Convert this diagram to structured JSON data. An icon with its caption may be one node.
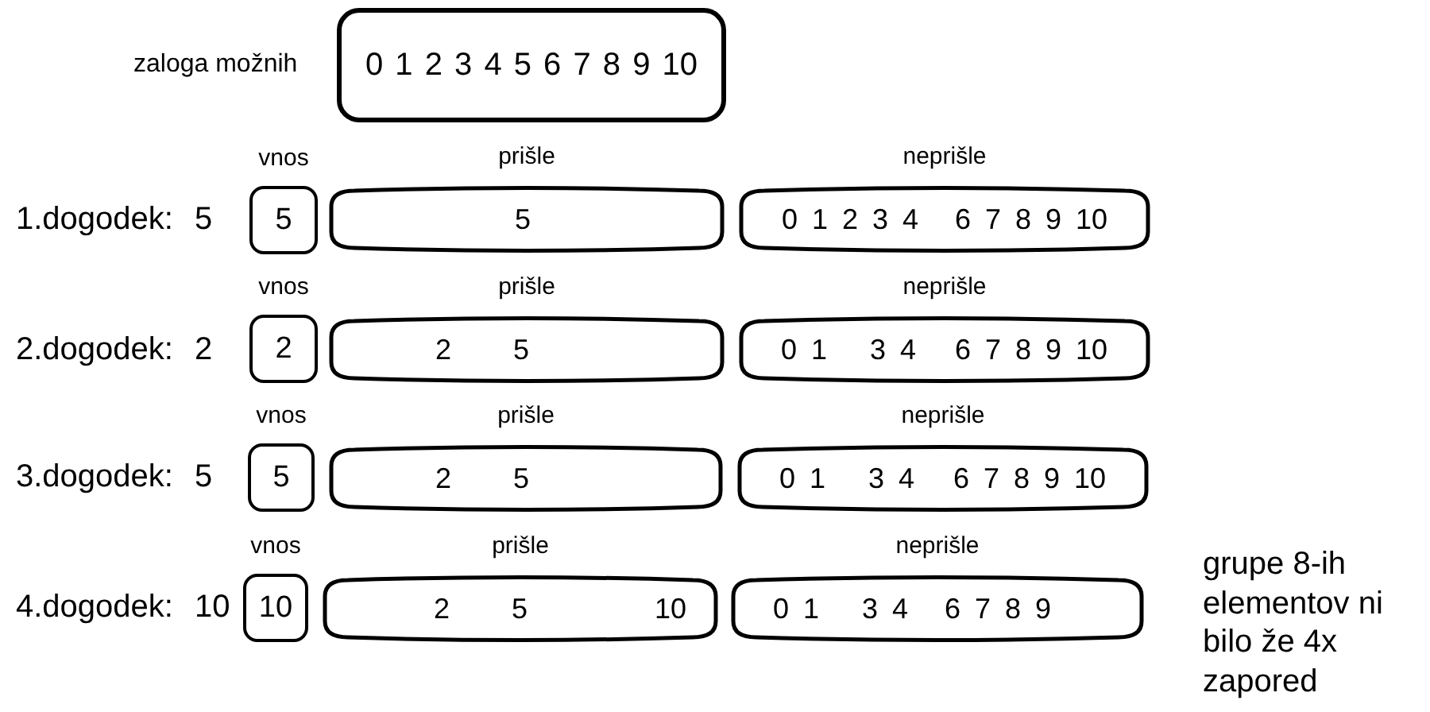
{
  "diagram": {
    "nodes": [
      {
        "text": [
          "0 1 2 3 4 5 6 7 8 9 10"
        ],
        "beside": [
          "zaloga možnih"
        ]
      },
      {
        "text": [
          "vnos",
          "5"
        ]
      },
      {
        "text": [
          "prišle",
          "5"
        ]
      },
      {
        "text": [
          "neprišle",
          "0 1 2 3 4",
          "6 7 8 9 10"
        ]
      },
      {
        "text": [
          "vnos",
          "2"
        ]
      },
      {
        "text": [
          "prišle",
          "2",
          "5"
        ]
      },
      {
        "text": [
          "neprišle",
          "0 1",
          "3 4",
          "6 7 8 9 10"
        ]
      },
      {
        "text": [
          "vnos",
          "5"
        ]
      },
      {
        "text": [
          "prišle",
          "2",
          "5"
        ]
      },
      {
        "text": [
          "neprišle",
          "0 1",
          "3 4",
          "6 7 8 9 10"
        ]
      },
      {
        "text": [
          "vnos",
          "10"
        ]
      },
      {
        "text": [
          "prišle",
          "2",
          "5",
          "10"
        ]
      },
      {
        "text": [
          "neprišle",
          "0 1",
          "3 4",
          "6 7 8 9"
        ]
      }
    ],
    "labels": [
      "1.dogodek: 5",
      "2.dogodek: 2",
      "3.dogodek: 5",
      "4.dogodek: 10",
      "grupe 8-ih elementov ni bilo že 4x zapored"
    ]
  }
}
